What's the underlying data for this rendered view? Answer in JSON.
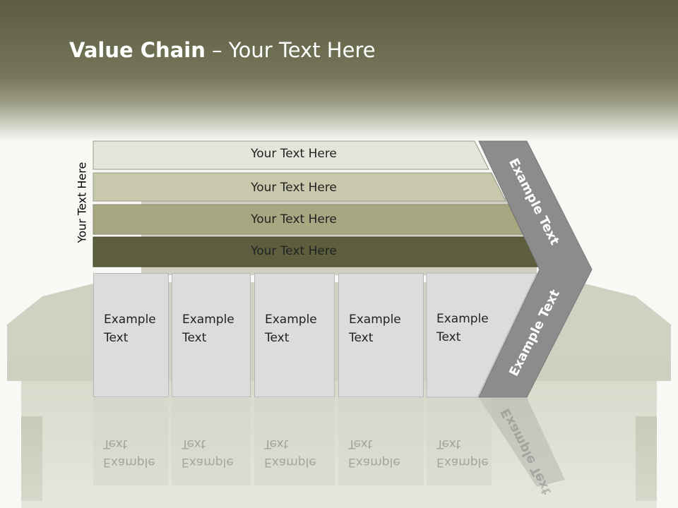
{
  "title": {
    "bold": "Value Chain",
    "rest": " – Your Text Here"
  },
  "side_label": "Your Text Here",
  "primary_rows": [
    {
      "label": "Your Text Here",
      "color": "#e5e5dc"
    },
    {
      "label": "Your Text Here",
      "color": "#c8c8ac"
    },
    {
      "label": "Your Text Here",
      "color": "#a7a782"
    },
    {
      "label": "Your Text Here",
      "color": "#5c5e3e"
    }
  ],
  "support_boxes": [
    {
      "line1": "Example",
      "line2": "Text"
    },
    {
      "line1": "Example",
      "line2": "Text"
    },
    {
      "line1": "Example",
      "line2": "Text"
    },
    {
      "line1": "Example",
      "line2": "Text"
    },
    {
      "line1": "Example",
      "line2": "Text"
    }
  ],
  "chevron": {
    "upper_label": "Example Text",
    "lower_label": "Example Text",
    "color": "#8c8c8c"
  },
  "colors": {
    "header_olive": "#5d5e44",
    "header_light": "#7a7b5e"
  }
}
